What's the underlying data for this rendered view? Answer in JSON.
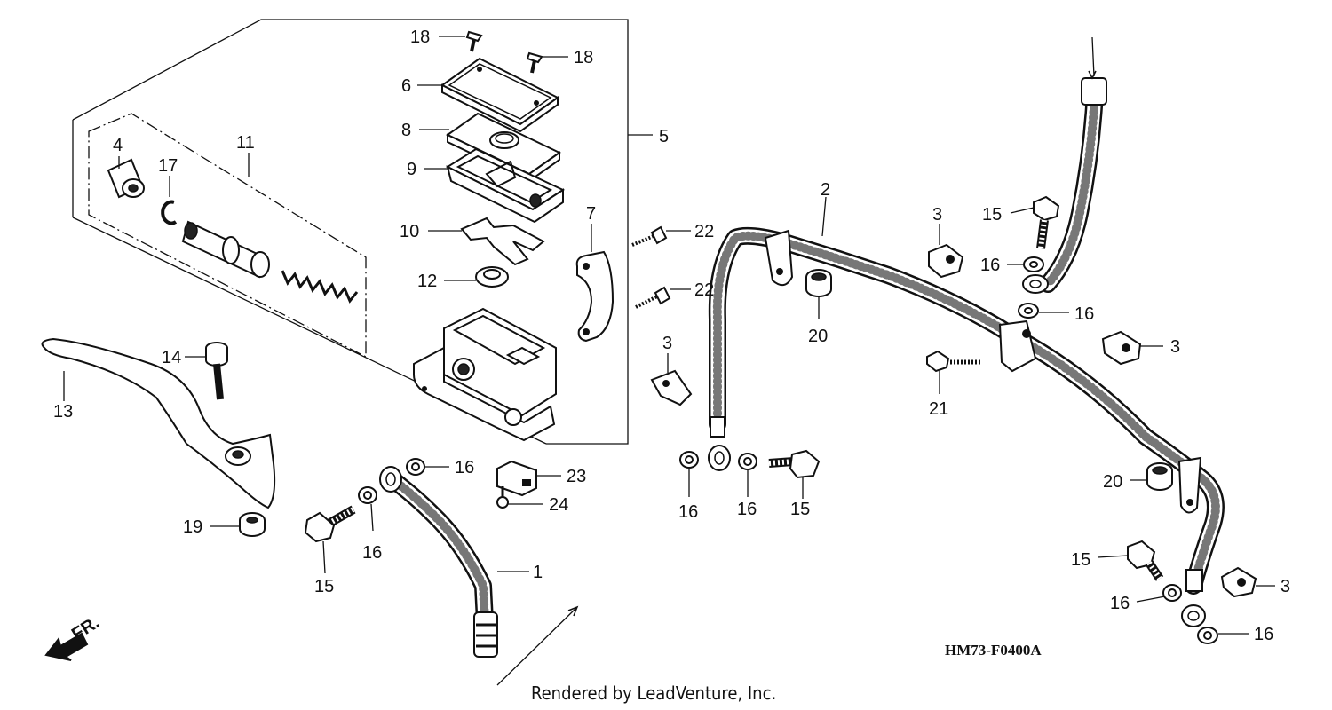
{
  "diagram": {
    "part_numbers": {
      "n1": "1",
      "n2": "2",
      "n3": "3",
      "n4": "4",
      "n5": "5",
      "n6": "6",
      "n7": "7",
      "n8": "8",
      "n9": "9",
      "n10": "10",
      "n11": "11",
      "n12": "12",
      "n13": "13",
      "n14": "14",
      "n15": "15",
      "n16": "16",
      "n17": "17",
      "n18": "18",
      "n19": "19",
      "n20": "20",
      "n21": "21",
      "n22": "22",
      "n23": "23",
      "n24": "24"
    },
    "direction_label": "FR.",
    "reference_code": "HM73-F0400A",
    "credit": "Rendered by LeadVenture, Inc."
  }
}
